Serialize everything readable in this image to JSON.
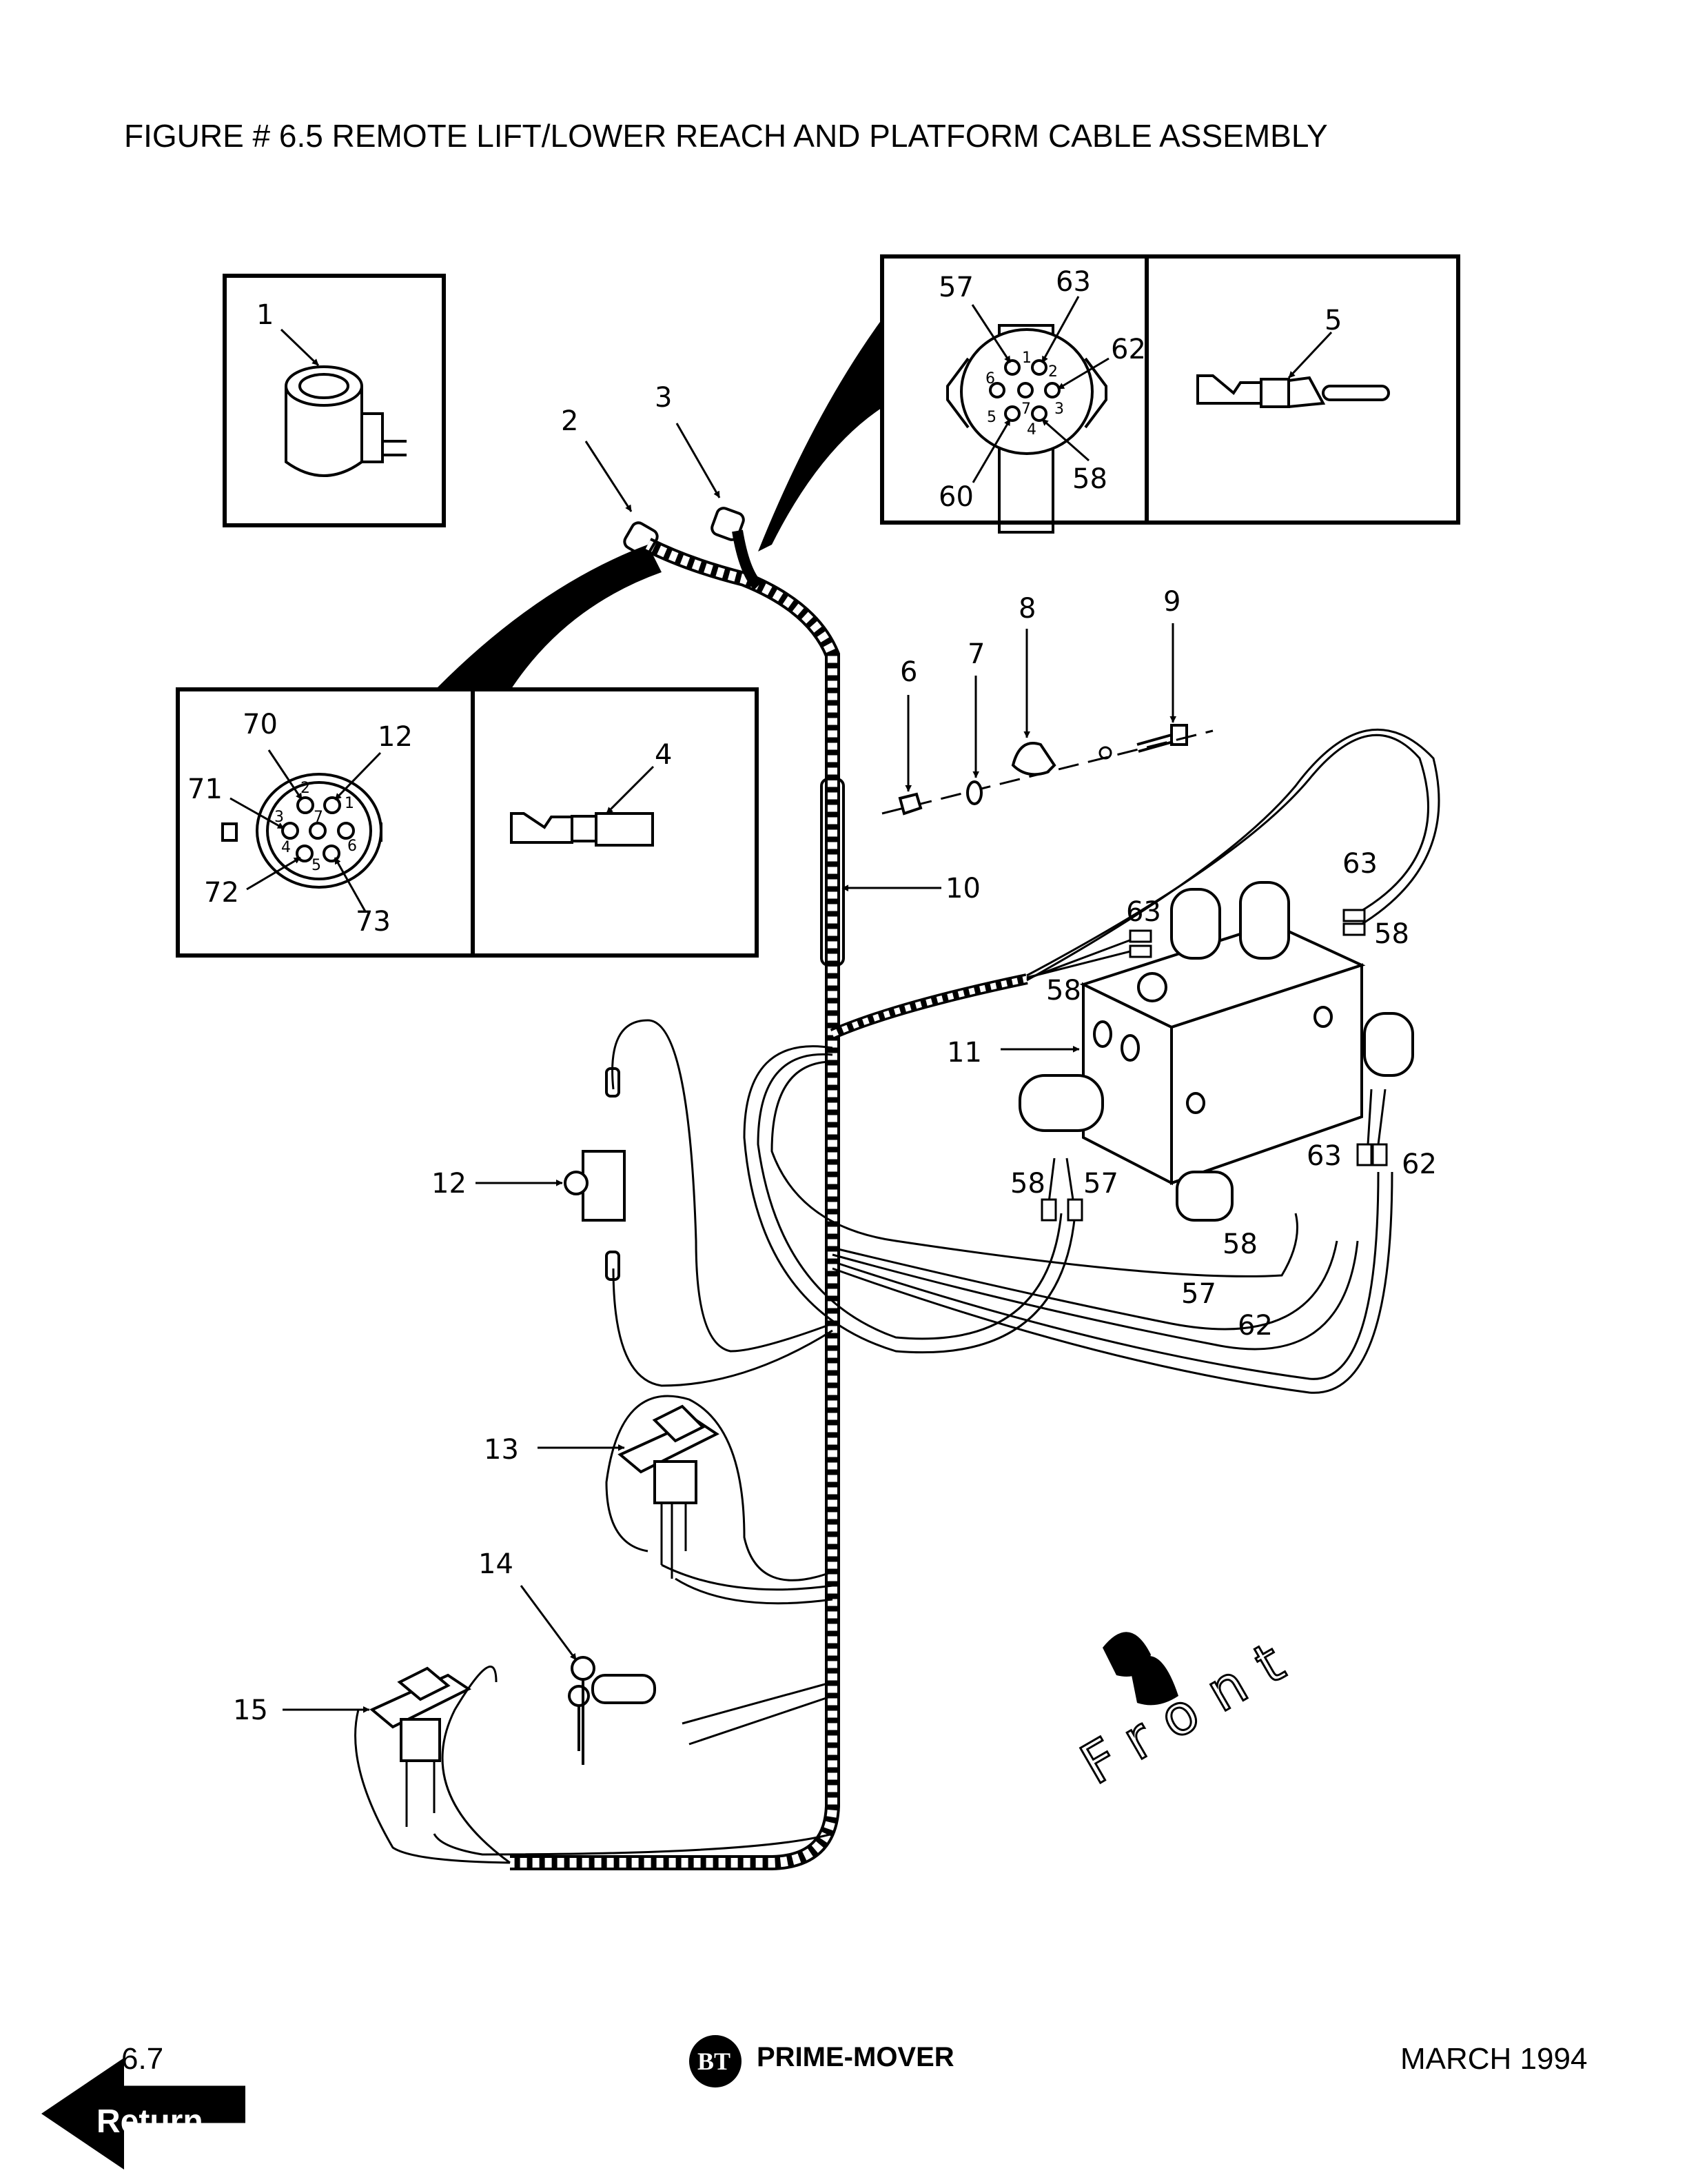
{
  "title": "FIGURE # 6.5  REMOTE LIFT/LOWER REACH AND PLATFORM CABLE ASSEMBLY",
  "callouts": {
    "c1": "1",
    "c2": "2",
    "c3": "3",
    "c4": "4",
    "c5": "5",
    "c6": "6",
    "c7": "7",
    "c8": "8",
    "c9": "9",
    "c10": "10",
    "c11": "11",
    "c12": "12",
    "c13": "13",
    "c14": "14",
    "c15": "15"
  },
  "connector_top": {
    "wires": {
      "w57": "57",
      "w63": "63",
      "w62": "62",
      "w60": "60",
      "w58": "58"
    },
    "pins": [
      "1",
      "2",
      "3",
      "4",
      "5",
      "6",
      "7"
    ]
  },
  "connector_left": {
    "wires": {
      "w70": "70",
      "w12": "12",
      "w71": "71",
      "w72": "72",
      "w73": "73"
    },
    "pins": [
      "1",
      "2",
      "3",
      "4",
      "5",
      "6",
      "7"
    ]
  },
  "wire_labels": [
    "63",
    "58",
    "63",
    "58",
    "58",
    "57",
    "63",
    "62",
    "58",
    "57",
    "62"
  ],
  "front_label": "Front",
  "footer": {
    "page_number": "6.7",
    "brand": "PRIME-MOVER",
    "logo_text": "BT",
    "date": "MARCH 1994",
    "return_label": "Return"
  }
}
